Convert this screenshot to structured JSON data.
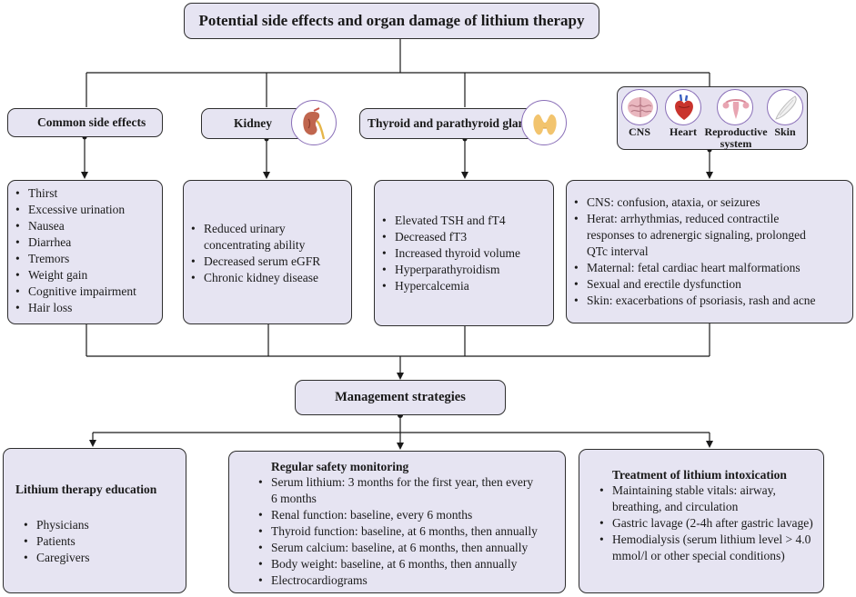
{
  "title": "Potential side effects and organ damage of lithium therapy",
  "categories": {
    "common": {
      "header": "Common side effects",
      "items": [
        "Thirst",
        "Excessive urination",
        "Nausea",
        "Diarrhea",
        "Tremors",
        "Weight gain",
        "Cognitive impairment",
        "Hair loss"
      ]
    },
    "kidney": {
      "header": "Kidney",
      "icon": "kidney-icon",
      "items": [
        "Reduced urinary concentrating ability",
        "Decreased serum eGFR",
        "Chronic kidney disease"
      ]
    },
    "thyroid": {
      "header": "Thyroid and parathyroid glands",
      "icon": "thyroid-icon",
      "items": [
        "Elevated TSH and fT4",
        "Decreased fT3",
        "Increased thyroid volume",
        "Hyperparathyroidism",
        "Hypercalcemia"
      ]
    },
    "other": {
      "organs": [
        {
          "label": "CNS",
          "icon": "brain-icon"
        },
        {
          "label": "Heart",
          "icon": "heart-icon"
        },
        {
          "label": "Reproductive system",
          "icon": "reproductive-system-icon"
        },
        {
          "label": "Skin",
          "icon": "skin-icon"
        }
      ],
      "items": [
        "CNS: confusion, ataxia, or seizures",
        "Herat: arrhythmias, reduced contractile responses to adrenergic signaling, prolonged QTc interval",
        "Maternal: fetal cardiac heart malformations",
        "Sexual and erectile dysfunction",
        "Skin: exacerbations of psoriasis, rash and acne"
      ]
    }
  },
  "management": {
    "header": "Management strategies",
    "education": {
      "title": "Lithium therapy education",
      "items": [
        "Physicians",
        "Patients",
        "Caregivers"
      ]
    },
    "monitoring": {
      "title": "Regular safety monitoring",
      "items": [
        "Serum lithium: 3 months for the first year, then every 6 months",
        "Renal function: baseline, every 6 months",
        "Thyroid function: baseline, at 6 months, then annually",
        "Serum calcium: baseline, at 6 months, then annually",
        "Body weight:  baseline, at 6 months, then annually",
        "Electrocardiograms"
      ]
    },
    "intoxication": {
      "title": "Treatment of lithium intoxication",
      "items": [
        "Maintaining stable vitals: airway, breathing, and circulation",
        "Gastric lavage (2-4h after gastric lavage)",
        "Hemodialysis (serum lithium level > 4.0 mmol/l or other special conditions)"
      ]
    }
  },
  "colors": {
    "box_fill": "#e6e4f2",
    "border": "#2e2e2e",
    "icon_ring": "#8a6fb8"
  }
}
